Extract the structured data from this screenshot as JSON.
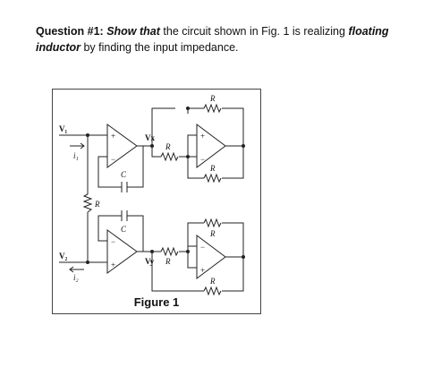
{
  "question": {
    "label": "Question #1:",
    "emph1": "Show that",
    "text1": " the circuit shown in Fig. 1 is realizing ",
    "emph2": "floating inductor",
    "text2": " by finding the input impedance."
  },
  "figure": {
    "caption": "Figure 1",
    "labels": {
      "v1": "V₁",
      "i1": "i₁",
      "v2": "V₂",
      "i2": "i₂",
      "vx": "Vx",
      "vy": "Vy",
      "r": "R",
      "c": "C",
      "plus": "+",
      "minus": "−"
    }
  }
}
